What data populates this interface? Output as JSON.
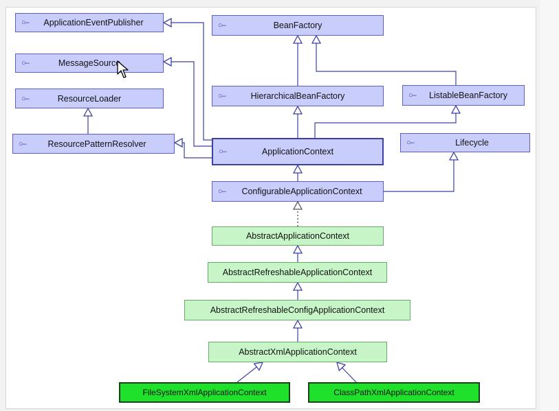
{
  "diagram": {
    "interface_icon": "interface-lollipop-icon",
    "nodes": {
      "application_event_publisher": "ApplicationEventPublisher",
      "message_source": "MessageSource",
      "resource_loader": "ResourceLoader",
      "resource_pattern_resolver": "ResourcePatternResolver",
      "bean_factory": "BeanFactory",
      "hierarchical_bean_factory": "HierarchicalBeanFactory",
      "listable_bean_factory": "ListableBeanFactory",
      "application_context": "ApplicationContext",
      "lifecycle": "Lifecycle",
      "configurable_application_context": "ConfigurableApplicationContext",
      "abstract_application_context": "AbstractApplicationContext",
      "abstract_refreshable_application_context": "AbstractRefreshableApplicationContext",
      "abstract_refreshable_config_application_context": "AbstractRefreshableConfigApplicationContext",
      "abstract_xml_application_context": "AbstractXmlApplicationContext",
      "file_system_xml_application_context": "FileSystemXmlApplicationContext",
      "class_path_xml_application_context": "ClassPathXmlApplicationContext"
    },
    "colors": {
      "interface_fill": "#c9cdfb",
      "interface_border": "#5a5fc8",
      "abstract_fill": "#c7f5c7",
      "concrete_fill": "#1fe02a",
      "edge": "#3b3fa8"
    }
  }
}
